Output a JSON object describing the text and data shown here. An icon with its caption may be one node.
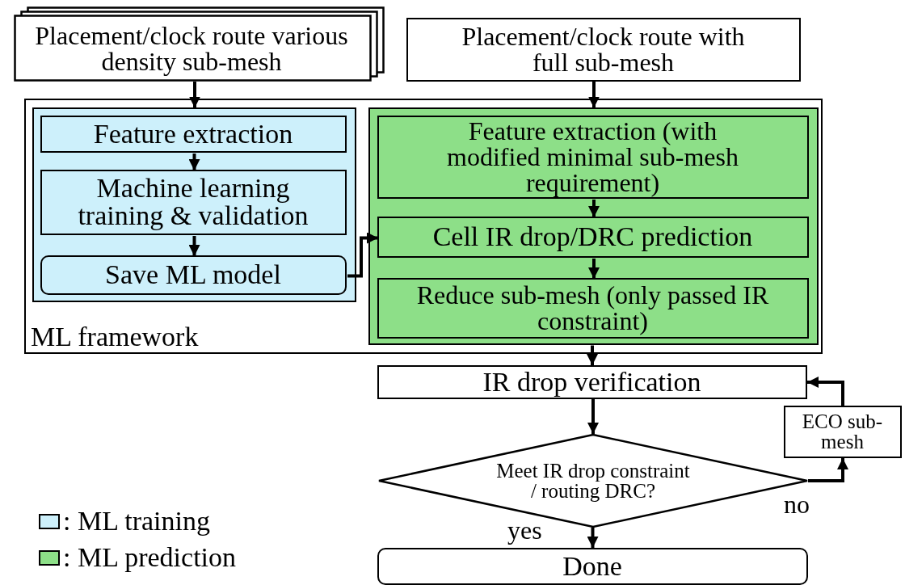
{
  "diagram": {
    "nodes": [
      {
        "text": [
          "Placement/clock route various density sub-mesh"
        ]
      },
      {
        "text": [
          "Placement/clock route with full sub-mesh"
        ]
      },
      {
        "text": [
          "ML framework"
        ]
      },
      {
        "text": [],
        "shape": "box",
        "in": 2
      },
      {
        "text": [
          "Feature extraction"
        ],
        "in": 3
      },
      {
        "text": [
          "Machine learning training & validation"
        ],
        "in": 3
      },
      {
        "text": [
          "Save ML model"
        ],
        "in": 3
      },
      {
        "text": [],
        "shape": "box",
        "in": 2
      },
      {
        "text": [
          "Feature extraction (with modified minimal sub-mesh requirement)"
        ],
        "in": 7
      },
      {
        "text": [
          "Cell IR drop/DRC prediction"
        ],
        "in": 7
      },
      {
        "text": [
          "Reduce sub-mesh (only passed IR constraint)"
        ],
        "in": 7
      },
      {
        "text": [
          "IR drop verification"
        ]
      },
      {
        "text": [
          "Meet IR drop constraint / routing DRC?"
        ]
      },
      {
        "text": [
          "ECO sub-mesh"
        ]
      },
      {
        "text": [
          "Done"
        ]
      }
    ],
    "edges": [
      {
        "from": 0,
        "to": 3,
        "arrow": "to"
      },
      {
        "from": 4,
        "to": 5,
        "arrow": "to"
      },
      {
        "from": 5,
        "to": 6,
        "arrow": "to"
      },
      {
        "from": 6,
        "to": 9,
        "arrow": "to"
      },
      {
        "from": 1,
        "to": 7,
        "arrow": "to"
      },
      {
        "from": 8,
        "to": 9,
        "arrow": "to"
      },
      {
        "from": 9,
        "to": 10,
        "arrow": "to"
      },
      {
        "from": 7,
        "to": 11,
        "arrow": "to"
      },
      {
        "from": 11,
        "to": 12,
        "arrow": "to"
      },
      {
        "from": 12,
        "to": 14,
        "arrow": "to",
        "label": "yes"
      },
      {
        "from": 12,
        "to": 13,
        "arrow": "to",
        "label": "no"
      },
      {
        "from": 13,
        "to": 11,
        "arrow": "to"
      }
    ],
    "legend": [
      {
        "text": ": ML training",
        "color": "#cdf0fb"
      },
      {
        "text": ": ML prediction",
        "color": "#8ddf88"
      }
    ]
  }
}
